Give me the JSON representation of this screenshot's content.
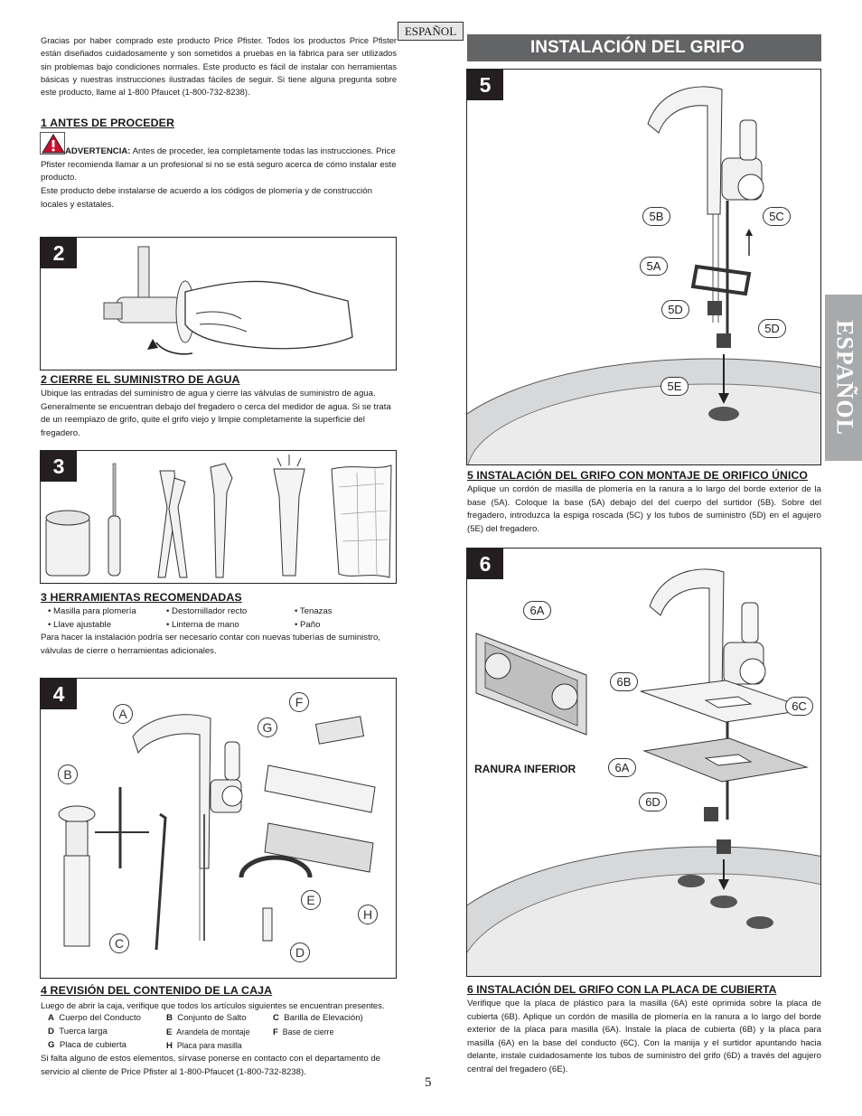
{
  "lang_tag": "ESPAÑOL",
  "side_tab": "ESPAÑOL",
  "page_number": "5",
  "intro": "Gracias por haber comprado este producto Price Pfister. Todos los productos Price Pfister están diseñados cuidadosamente y son sometidos a pruebas en la fábrica para ser utilizados sin problemas bajo condiciones normales. Este producto es fácil de instalar con herramientas básicas y nuestras instrucciones ilustradas fáciles de seguir. Si tiene alguna pregunta sobre este producto, llame al 1-800 Pfaucet (1-800-732-8238).",
  "section1": {
    "heading": "1  ANTES DE PROCEDER",
    "warning_label": "ADVERTENCIA:",
    "warning_text": " Antes de proceder, lea completamente todas las instrucciones. Price Pfister recomienda llamar a un profesional si no se está seguro acerca de cómo instalar este producto.",
    "code_text": "Este producto debe instalarse de acuerdo a los códigos de plomería y de construcción locales y estatales."
  },
  "section2": {
    "step": "2",
    "heading": "2  CIERRE EL SUMINISTRO DE AGUA",
    "text": "Ubique las entradas del suministro de agua y cierre las válvulas de suministro de agua. Generalmente se encuentran debajo del fregadero o cerca del medidor de agua. Si se trata de un reemplazo de grifo, quite el grifo viejo y limpie completamente la superficie del fregadero."
  },
  "section3": {
    "step": "3",
    "heading": "3  HERRAMIENTAS RECOMENDADAS",
    "tools_row1": [
      "• Masilla para plomería",
      "• Destornillador recto",
      "• Tenazas"
    ],
    "tools_row2": [
      "• Llave ajustable",
      "• Linterna de mano",
      "• Paño"
    ],
    "text": "Para hacer la instalación podría ser necesario contar con nuevas tuberías de suministro, válvulas de cierre o herramientas adicionales."
  },
  "section4": {
    "step": "4",
    "heading": "4  REVISIÓN DEL CONTENIDO DE LA CAJA",
    "intro": "Luego de abrir la caja, verifique que todos los artículos siguientes se encuentran presentes.",
    "parts": [
      [
        {
          "k": "A",
          "v": "Cuerpo del Conducto"
        },
        {
          "k": "B",
          "v": "Conjunto de Salto"
        },
        {
          "k": "C",
          "v": "Barilla de Elevación)"
        }
      ],
      [
        {
          "k": "D",
          "v": "Tuerca larga"
        },
        {
          "k": "E",
          "v": "Arandela de montaje"
        },
        {
          "k": "F",
          "v": "Base de cierre"
        }
      ],
      [
        {
          "k": "G",
          "v": "Placa de cubierta"
        },
        {
          "k": "H",
          "v": "Placa para masilla"
        }
      ]
    ],
    "text": "Si falta alguno de estos elementos, sírvase ponerse en contacto con el departamento de servicio al cliente de Price Pfister al 1-800-Pfaucet (1-800-732-8238).",
    "labels": [
      "A",
      "B",
      "C",
      "D",
      "E",
      "F",
      "G",
      "H"
    ]
  },
  "right_header": "INSTALACIÓN DEL GRIFO",
  "section5": {
    "step": "5",
    "heading": "5  INSTALACIÓN DEL GRIFO CON MONTAJE DE ORIFICO ÚNICO",
    "text": "Aplique un cordón de masilla de plomería en la ranura a lo largo del borde exterior de la base (5A). Coloque la base (5A) debajo del del cuerpo del surtidor (5B). Sobre del fregadero, introduzca la espiga roscada (5C) y los tubos de suministro (5D) en el agujero (5E) del fregadero.",
    "callouts": [
      "5B",
      "5C",
      "5A",
      "5D",
      "5D",
      "5E"
    ]
  },
  "section6": {
    "step": "6",
    "heading": "6  INSTALACIÓN DEL GRIFO CON LA PLACA DE CUBIERTA",
    "text": "Verifique que la placa de plástico para la masilla (6A) esté oprimida sobre la placa de cubierta (6B). Aplique un cordón de masilla de plomería en la ranura a lo largo del borde exterior de la placa para masilla (6A). Instale la placa de cubierta (6B) y la placa para masilla (6A) en la base del conducto (6C). Con la manija y el surtidor apuntando hacia delante, instale cuidadosamente los tubos de suministro del grifo (6D) a través del agujero central del fregadero (6E).",
    "ranura_label": "RANURA INFERIOR",
    "callouts": [
      "6A",
      "6B",
      "6C",
      "6A",
      "6D"
    ]
  }
}
